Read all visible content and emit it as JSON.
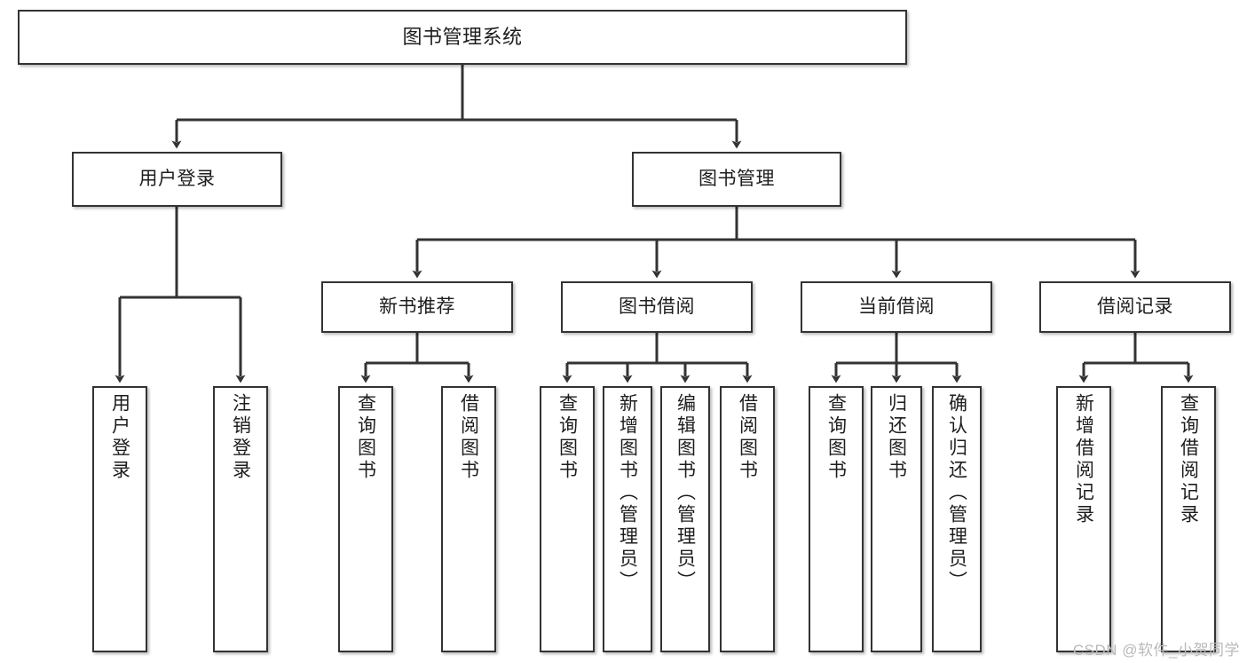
{
  "diagram": {
    "title": "图书管理系统",
    "type": "功能结构图",
    "watermark": "CSDN @软件_小贺同学",
    "style": {
      "background": "#ffffff",
      "node_fill": "#ffffff",
      "node_border": "#333333",
      "edge_color": "#333333",
      "text_color": "#1d1d1d",
      "watermark_color": "#b9b9b9"
    },
    "nodes": {
      "root": {
        "label": "图书管理系统",
        "level": 1
      },
      "user_login": {
        "label": "用户登录",
        "level": 2
      },
      "book_manage": {
        "label": "图书管理",
        "level": 2
      },
      "new_book_rec": {
        "label": "新书推荐",
        "level": 3
      },
      "book_borrow": {
        "label": "图书借阅",
        "level": 3
      },
      "current_borrow": {
        "label": "当前借阅",
        "level": 3
      },
      "borrow_record": {
        "label": "借阅记录",
        "level": 3
      },
      "leaf_user_login": {
        "label": "用户登录",
        "level": 3
      },
      "leaf_logout_login": {
        "label": "注销登录",
        "level": 3
      },
      "leaf_query_book_a": {
        "label": "查询图书",
        "level": 4
      },
      "leaf_borrow_book_a": {
        "label": "借阅图书",
        "level": 4
      },
      "leaf_query_book_b": {
        "label": "查询图书",
        "level": 4
      },
      "leaf_add_book": {
        "label": "新增图书（管理员）",
        "level": 4
      },
      "leaf_edit_book": {
        "label": "编辑图书（管理员）",
        "level": 4
      },
      "leaf_borrow_book_b": {
        "label": "借阅图书",
        "level": 4
      },
      "leaf_query_book_c": {
        "label": "查询图书",
        "level": 4
      },
      "leaf_return_book": {
        "label": "归还图书",
        "level": 4
      },
      "leaf_confirm_return": {
        "label": "确认归还（管理员）",
        "level": 4
      },
      "leaf_add_record": {
        "label": "新增借阅记录",
        "level": 4
      },
      "leaf_query_record": {
        "label": "查询借阅记录",
        "level": 4
      }
    },
    "edges": [
      {
        "from": "root",
        "to": "user_login"
      },
      {
        "from": "root",
        "to": "book_manage"
      },
      {
        "from": "user_login",
        "to": "leaf_user_login"
      },
      {
        "from": "user_login",
        "to": "leaf_logout_login"
      },
      {
        "from": "book_manage",
        "to": "new_book_rec"
      },
      {
        "from": "book_manage",
        "to": "book_borrow"
      },
      {
        "from": "book_manage",
        "to": "current_borrow"
      },
      {
        "from": "book_manage",
        "to": "borrow_record"
      },
      {
        "from": "new_book_rec",
        "to": "leaf_query_book_a"
      },
      {
        "from": "new_book_rec",
        "to": "leaf_borrow_book_a"
      },
      {
        "from": "book_borrow",
        "to": "leaf_query_book_b"
      },
      {
        "from": "book_borrow",
        "to": "leaf_add_book"
      },
      {
        "from": "book_borrow",
        "to": "leaf_edit_book"
      },
      {
        "from": "book_borrow",
        "to": "leaf_borrow_book_b"
      },
      {
        "from": "current_borrow",
        "to": "leaf_query_book_c"
      },
      {
        "from": "current_borrow",
        "to": "leaf_return_book"
      },
      {
        "from": "current_borrow",
        "to": "leaf_confirm_return"
      },
      {
        "from": "borrow_record",
        "to": "leaf_add_record"
      },
      {
        "from": "borrow_record",
        "to": "leaf_query_record"
      }
    ]
  }
}
